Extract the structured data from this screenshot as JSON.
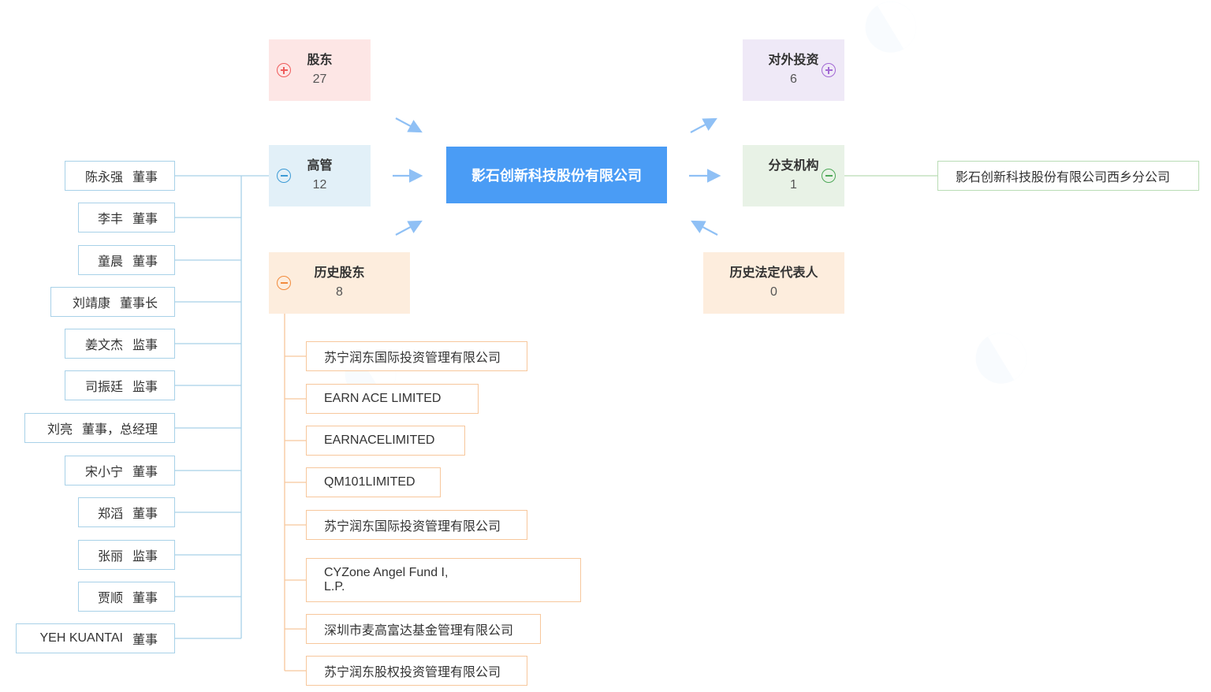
{
  "center": {
    "name": "影石创新科技股份有限公司"
  },
  "categories": {
    "shareholders": {
      "title": "股东",
      "count": "27"
    },
    "management": {
      "title": "高管",
      "count": "12"
    },
    "history_shareholders": {
      "title": "历史股东",
      "count": "8"
    },
    "investments": {
      "title": "对外投资",
      "count": "6"
    },
    "branches": {
      "title": "分支机构",
      "count": "1"
    },
    "history_legal_rep": {
      "title": "历史法定代表人",
      "count": "0"
    }
  },
  "management_list": [
    {
      "name": "陈永强",
      "role": "董事"
    },
    {
      "name": "李丰",
      "role": "董事"
    },
    {
      "name": "童晨",
      "role": "董事"
    },
    {
      "name": "刘靖康",
      "role": "董事长"
    },
    {
      "name": "姜文杰",
      "role": "监事"
    },
    {
      "name": "司振廷",
      "role": "监事"
    },
    {
      "name": "刘亮",
      "role": "董事，总经理"
    },
    {
      "name": "宋小宁",
      "role": "董事"
    },
    {
      "name": "郑滔",
      "role": "董事"
    },
    {
      "name": "张丽",
      "role": "监事"
    },
    {
      "name": "贾顺",
      "role": "董事"
    },
    {
      "name": "YEH KUANTAI",
      "role": "董事"
    }
  ],
  "history_shareholders_list": [
    "苏宁润东国际投资管理有限公司",
    "EARN ACE LIMITED",
    "EARNACELIMITED",
    "QM101LIMITED",
    "苏宁润东国际投资管理有限公司",
    "CYZone Angel Fund I, L.P.",
    "深圳市麦高富达基金管理有限公司",
    "苏宁润东股权投资管理有限公司"
  ],
  "branches_list": [
    "影石创新科技股份有限公司西乡分公司"
  ],
  "colors": {
    "center": "#4a9cf5",
    "shareholders_bg": "#fde6e5",
    "shareholders_accent": "#ef5b5b",
    "management_bg": "#e2f0f8",
    "management_accent": "#3d9bd6",
    "history_bg": "#fdeddd",
    "history_accent": "#f28b3c",
    "investments_bg": "#efe9f7",
    "investments_accent": "#a369d4",
    "branches_bg": "#e8f2e6",
    "branches_accent": "#4ea858",
    "legal_bg": "#fdeddd",
    "arrow": "#8fc0f5"
  },
  "icons": {
    "expand": "plus-circle-icon",
    "collapse": "minus-circle-icon"
  }
}
